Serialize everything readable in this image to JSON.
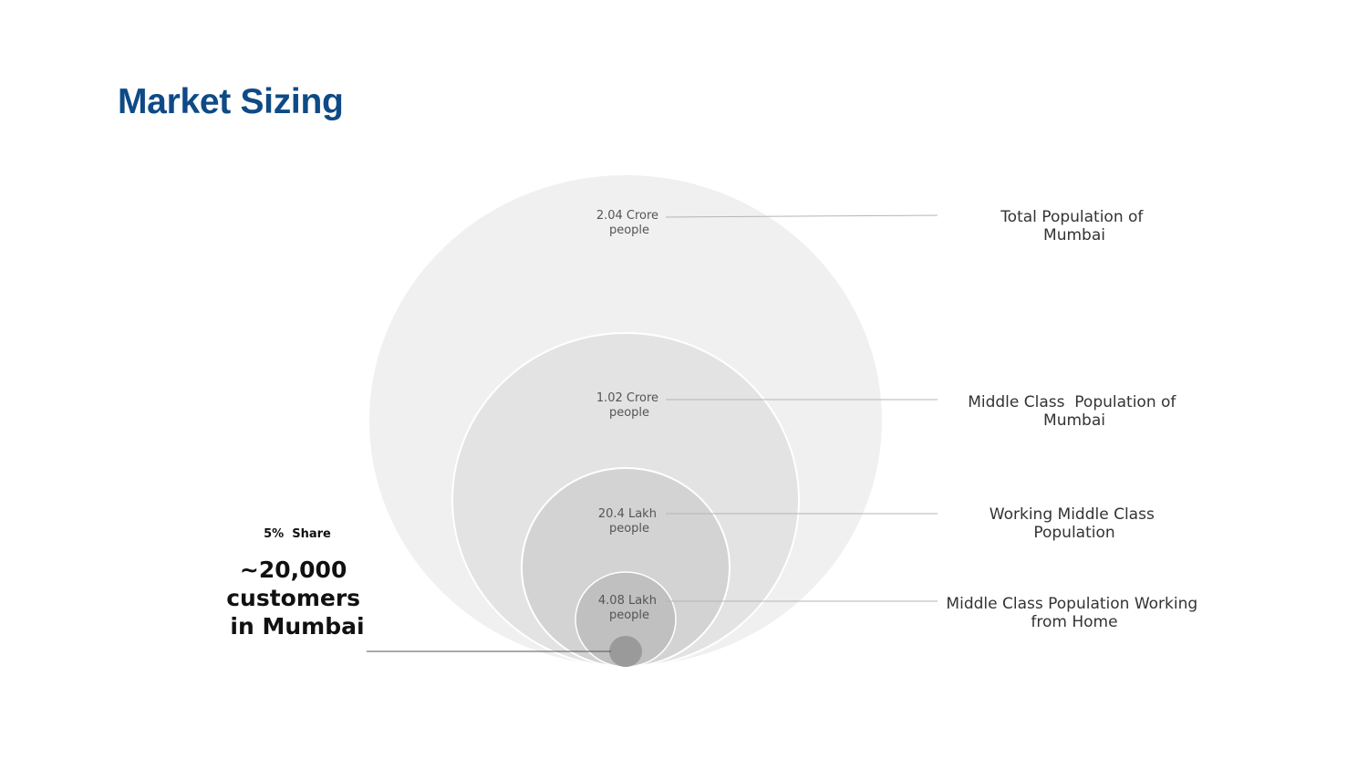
{
  "slide": {
    "title": "Market Sizing"
  },
  "levels": [
    {
      "value_lines": [
        "2.04 Crore",
        "people"
      ],
      "label_lines": [
        "Total Population of",
        "Mumbai"
      ],
      "fill": "#f0f0f0"
    },
    {
      "value_lines": [
        "1.02 Crore",
        "people"
      ],
      "label_lines": [
        "Middle Class  Population of",
        "Mumbai"
      ],
      "fill": "#e3e3e3"
    },
    {
      "value_lines": [
        "20.4 Lakh",
        "people"
      ],
      "label_lines": [
        "Working Middle Class",
        "Population"
      ],
      "fill": "#d3d3d3"
    },
    {
      "value_lines": [
        "4.08 Lakh",
        "people"
      ],
      "label_lines": [
        "Middle Class Population Working",
        "from Home"
      ],
      "fill": "#c0c0c0"
    }
  ],
  "target": {
    "share": "5%  Share",
    "result_lines": [
      "~20,000",
      "customers",
      "in Mumbai"
    ],
    "fill": "#9a9a9a"
  }
}
